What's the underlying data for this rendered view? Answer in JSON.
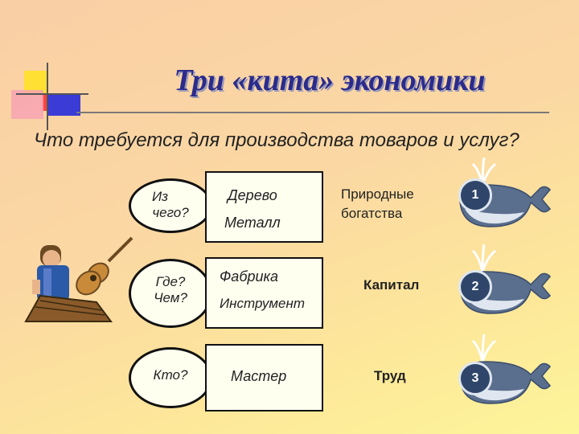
{
  "slide": {
    "title": "Три «кита» экономики",
    "question": "Что требуется для производства товаров и услуг?"
  },
  "rows": [
    {
      "ask_line1": "Из",
      "ask_line2": "чего?",
      "item1": "Дерево",
      "item2": "Металл",
      "resource_line1": "Природные",
      "resource_line2": "богатства",
      "number": "1"
    },
    {
      "ask_line1": "Где?",
      "ask_line2": "Чем?",
      "item1": "Фабрика",
      "item2": "Инструмент",
      "resource": "Капитал",
      "number": "2"
    },
    {
      "ask": "Кто?",
      "item1": "Мастер",
      "resource": "Труд",
      "number": "3"
    }
  ],
  "colors": {
    "title": "#2b2b8c",
    "whale_body": "#5a6e8e",
    "whale_belly": "#dfe6ef",
    "number_badge": "#2f466a"
  },
  "icons": [
    "corner-squares-decoration",
    "guitar-maker-clipart",
    "whale-icon"
  ]
}
